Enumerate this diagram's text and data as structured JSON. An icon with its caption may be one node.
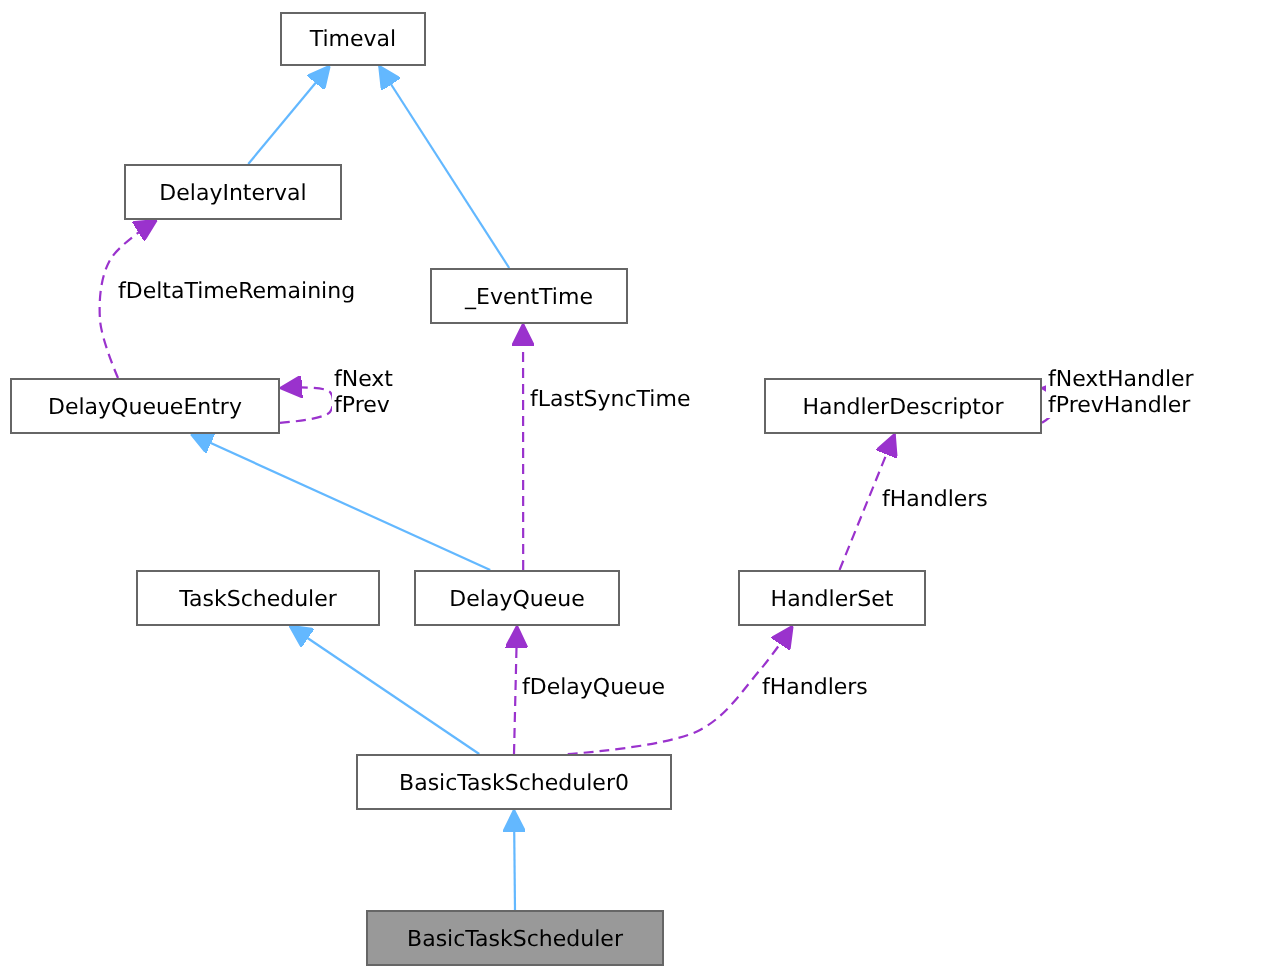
{
  "diagram": {
    "nodes": [
      {
        "text": [
          "Timeval"
        ]
      },
      {
        "text": [
          "DelayInterval"
        ]
      },
      {
        "text": [
          "_EventTime"
        ]
      },
      {
        "text": [
          "DelayQueueEntry"
        ]
      },
      {
        "text": [
          "HandlerDescriptor"
        ]
      },
      {
        "text": [
          "TaskScheduler"
        ]
      },
      {
        "text": [
          "DelayQueue"
        ]
      },
      {
        "text": [
          "HandlerSet"
        ]
      },
      {
        "text": [
          "BasicTaskScheduler0"
        ]
      },
      {
        "text": [
          "BasicTaskScheduler"
        ]
      }
    ],
    "edges": [
      {
        "from": 1,
        "to": 0,
        "arrow": "to",
        "color": "#63b8ff"
      },
      {
        "from": 2,
        "to": 0,
        "arrow": "to",
        "color": "#63b8ff"
      },
      {
        "from": 3,
        "to": 1,
        "arrow": "to",
        "label": "fDeltaTimeRemaining",
        "style": "dashed"
      },
      {
        "from": 3,
        "to": 3,
        "arrow": "to",
        "label": "fNext fPrev",
        "style": "dashed"
      },
      {
        "from": 6,
        "to": 3,
        "arrow": "to",
        "color": "#63b8ff"
      },
      {
        "from": 6,
        "to": 2,
        "arrow": "to",
        "label": "fLastSyncTime",
        "style": "dashed"
      },
      {
        "from": 4,
        "to": 4,
        "arrow": "to",
        "label": "fNextHandler fPrevHandler",
        "style": "dashed"
      },
      {
        "from": 7,
        "to": 4,
        "arrow": "to",
        "label": "fHandlers",
        "style": "dashed"
      },
      {
        "from": 8,
        "to": 5,
        "arrow": "to",
        "color": "#63b8ff"
      },
      {
        "from": 8,
        "to": 6,
        "arrow": "to",
        "label": "fDelayQueue",
        "style": "dashed"
      },
      {
        "from": 8,
        "to": 7,
        "arrow": "to",
        "label": "fHandlers",
        "style": "dashed"
      },
      {
        "from": 9,
        "to": 8,
        "arrow": "to",
        "color": "#63b8ff"
      }
    ]
  }
}
